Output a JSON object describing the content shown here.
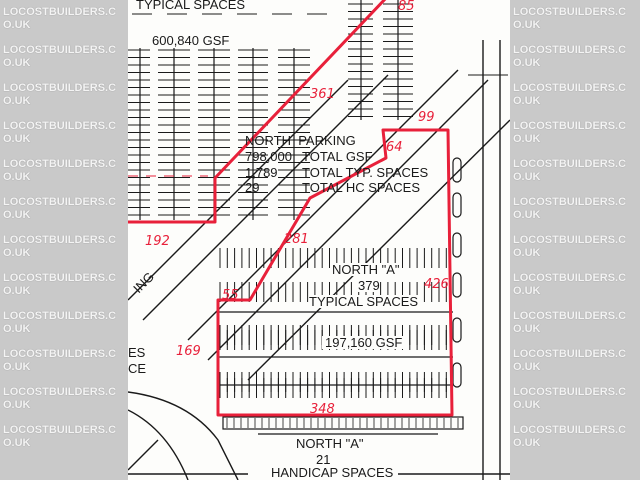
{
  "watermark": "LOCOSTBUILDERS.CO.UK",
  "colors": {
    "boundary": "#e8203a",
    "linework": "#1a1a1a",
    "background": "#c9c9c9"
  },
  "labels": {
    "typical_spaces_top": "TYPICAL SPACES",
    "gsf_top": "600,840 GSF",
    "north_parking": {
      "title": "NORTH  PARKING",
      "rows": [
        {
          "value": "798,000",
          "label": "TOTAL GSF"
        },
        {
          "value": "1,789",
          "label": "TOTAL TYP. SPACES"
        },
        {
          "value": "29",
          "label": "TOTAL HC SPACES"
        }
      ]
    },
    "north_a": {
      "title": "NORTH \"A\"",
      "count": "379",
      "type": "TYPICAL SPACES",
      "gsf": "197,160 GSF"
    },
    "north_a_hc": {
      "title": "NORTH \"A\"",
      "count": "21",
      "type": "HANDICAP SPACES"
    },
    "partial": {
      "ing": "ING",
      "es": "ES",
      "ce": "CE"
    }
  },
  "dimensions": [
    "85",
    "361",
    "99",
    "64",
    "192",
    "281",
    "55",
    "426",
    "169",
    "348"
  ]
}
